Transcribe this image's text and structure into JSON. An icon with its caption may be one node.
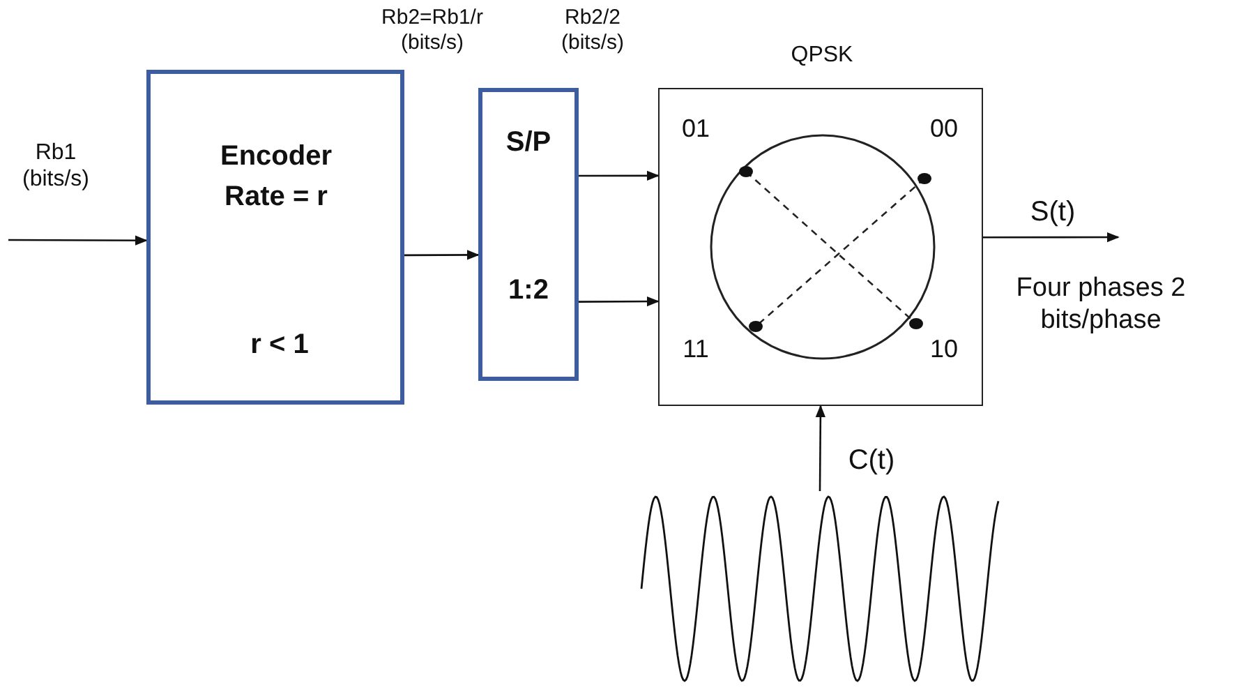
{
  "diagram": {
    "nodes": [
      {
        "text": [
          "Encoder Rate = r",
          "r < 1"
        ]
      },
      {
        "text": [
          "S/P",
          "1:2"
        ]
      },
      {
        "text": [
          "QPSK"
        ]
      },
      {
        "text": [],
        "shape": "picture"
      }
    ],
    "edges": [
      {
        "from": null,
        "to": 0,
        "arrow": "to",
        "label": "Rb1 (bits/s)"
      },
      {
        "from": 0,
        "to": 1,
        "arrow": "to"
      },
      {
        "from": 1,
        "to": 2,
        "arrow": "to"
      },
      {
        "from": 1,
        "to": 2,
        "arrow": "to"
      },
      {
        "from": 2,
        "to": null,
        "arrow": "to",
        "label": "S(t)"
      },
      {
        "from": 3,
        "to": 2,
        "arrow": "to",
        "label": "C(t)"
      }
    ],
    "labels": [
      "Rb2=Rb1/r (bits/s)",
      "Rb2/2 (bits/s)",
      "01",
      "00",
      "11",
      "10",
      "Four phases 2 bits/phase"
    ]
  }
}
